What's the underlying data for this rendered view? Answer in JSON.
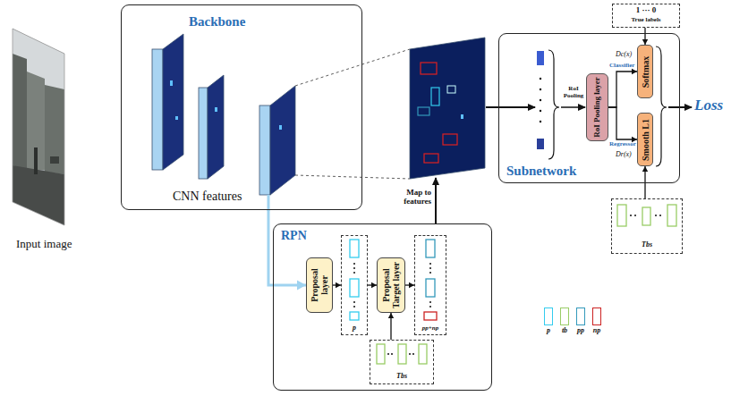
{
  "diagram": {
    "nodes": [
      {
        "text": [
          "Backbone"
        ]
      },
      {
        "text": [
          "RPN"
        ]
      },
      {
        "text": [
          "Proposal layer"
        ],
        "in": 1
      },
      {
        "text": [
          "p"
        ],
        "in": 1
      },
      {
        "text": [
          "Proposal Target layer"
        ],
        "in": 1
      },
      {
        "text": [
          "pp+np"
        ],
        "in": 1
      },
      {
        "text": [
          "Tbs"
        ],
        "in": 1
      },
      {
        "text": [
          "Subnetwork"
        ]
      },
      {
        "text": [
          "RoI Pooling layer"
        ],
        "in": 7
      },
      {
        "text": [
          "Softmax"
        ],
        "in": 7
      },
      {
        "text": [
          "Smooth L1"
        ],
        "in": 7
      },
      {
        "text": [
          "1 ··· 0",
          "True labels"
        ]
      },
      {
        "text": [
          "Tbs"
        ]
      }
    ],
    "edges": [
      {
        "from": 0,
        "to": 2,
        "arrow": "to"
      },
      {
        "from": 2,
        "to": 3,
        "arrow": "to"
      },
      {
        "from": 3,
        "to": 4,
        "arrow": "to"
      },
      {
        "from": 4,
        "to": 5,
        "arrow": "to"
      },
      {
        "from": 6,
        "to": 4,
        "arrow": "to"
      },
      {
        "from": 8,
        "to": 9,
        "arrow": "to",
        "label": "Classifier"
      },
      {
        "from": 8,
        "to": 10,
        "arrow": "to",
        "label": "Regressor"
      },
      {
        "from": 11,
        "to": 9,
        "arrow": "to"
      },
      {
        "from": 12,
        "to": 10,
        "arrow": "to"
      }
    ],
    "labels": [
      "Input image",
      "CNN features",
      "Map to features",
      "RoI Pooling",
      "Dc(x)",
      "Dr(x)",
      "Loss"
    ],
    "legend": [
      {
        "text": "p",
        "color": "#33ccee"
      },
      {
        "text": "tb",
        "color": "#99cc66"
      },
      {
        "text": "pp",
        "color": "#3399bb"
      },
      {
        "text": "np",
        "color": "#cc2222"
      }
    ]
  }
}
